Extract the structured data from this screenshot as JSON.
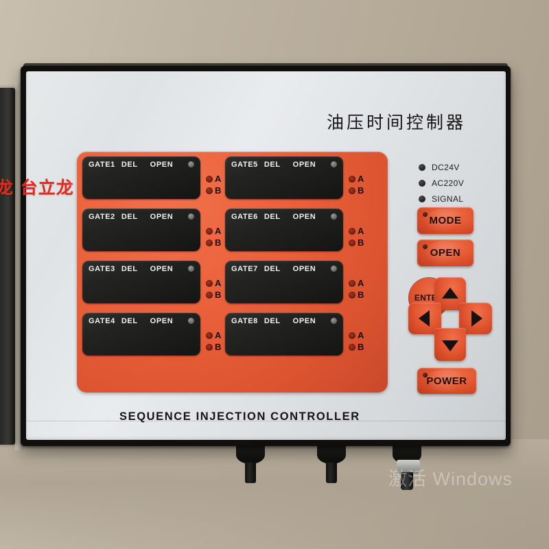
{
  "device": {
    "title_cn": "油压时间控制器",
    "label_en": "SEQUENCE  INJECTION  CONTROLLER"
  },
  "gates": [
    {
      "name": "GATE1",
      "del": "DEL",
      "open": "OPEN",
      "a": "A",
      "b": "B"
    },
    {
      "name": "GATE2",
      "del": "DEL",
      "open": "OPEN",
      "a": "A",
      "b": "B"
    },
    {
      "name": "GATE3",
      "del": "DEL",
      "open": "OPEN",
      "a": "A",
      "b": "B"
    },
    {
      "name": "GATE4",
      "del": "DEL",
      "open": "OPEN",
      "a": "A",
      "b": "B"
    },
    {
      "name": "GATE5",
      "del": "DEL",
      "open": "OPEN",
      "a": "A",
      "b": "B"
    },
    {
      "name": "GATE6",
      "del": "DEL",
      "open": "OPEN",
      "a": "A",
      "b": "B"
    },
    {
      "name": "GATE7",
      "del": "DEL",
      "open": "OPEN",
      "a": "A",
      "b": "B"
    },
    {
      "name": "GATE8",
      "del": "DEL",
      "open": "OPEN",
      "a": "A",
      "b": "B"
    }
  ],
  "status_leds": [
    {
      "label": "DC24V"
    },
    {
      "label": "AC220V"
    },
    {
      "label": "SIGNAL"
    }
  ],
  "buttons": {
    "mode": "MODE",
    "open": "OPEN",
    "power": "POWER",
    "enter": "ENTER"
  },
  "dpad": {
    "up": "up-arrow",
    "down": "down-arrow",
    "left": "left-arrow",
    "right": "right-arrow"
  },
  "watermarks": {
    "left": "龙  台立龙",
    "windows": "激活 Windows"
  },
  "colors": {
    "panel_orange": "#e2552f",
    "faceplate": "#e4e8ea",
    "enclosure": "#100f0d",
    "lcd": "#1e1e1d",
    "led_red": "#7d2414",
    "watermark_red": "#e8281c"
  }
}
